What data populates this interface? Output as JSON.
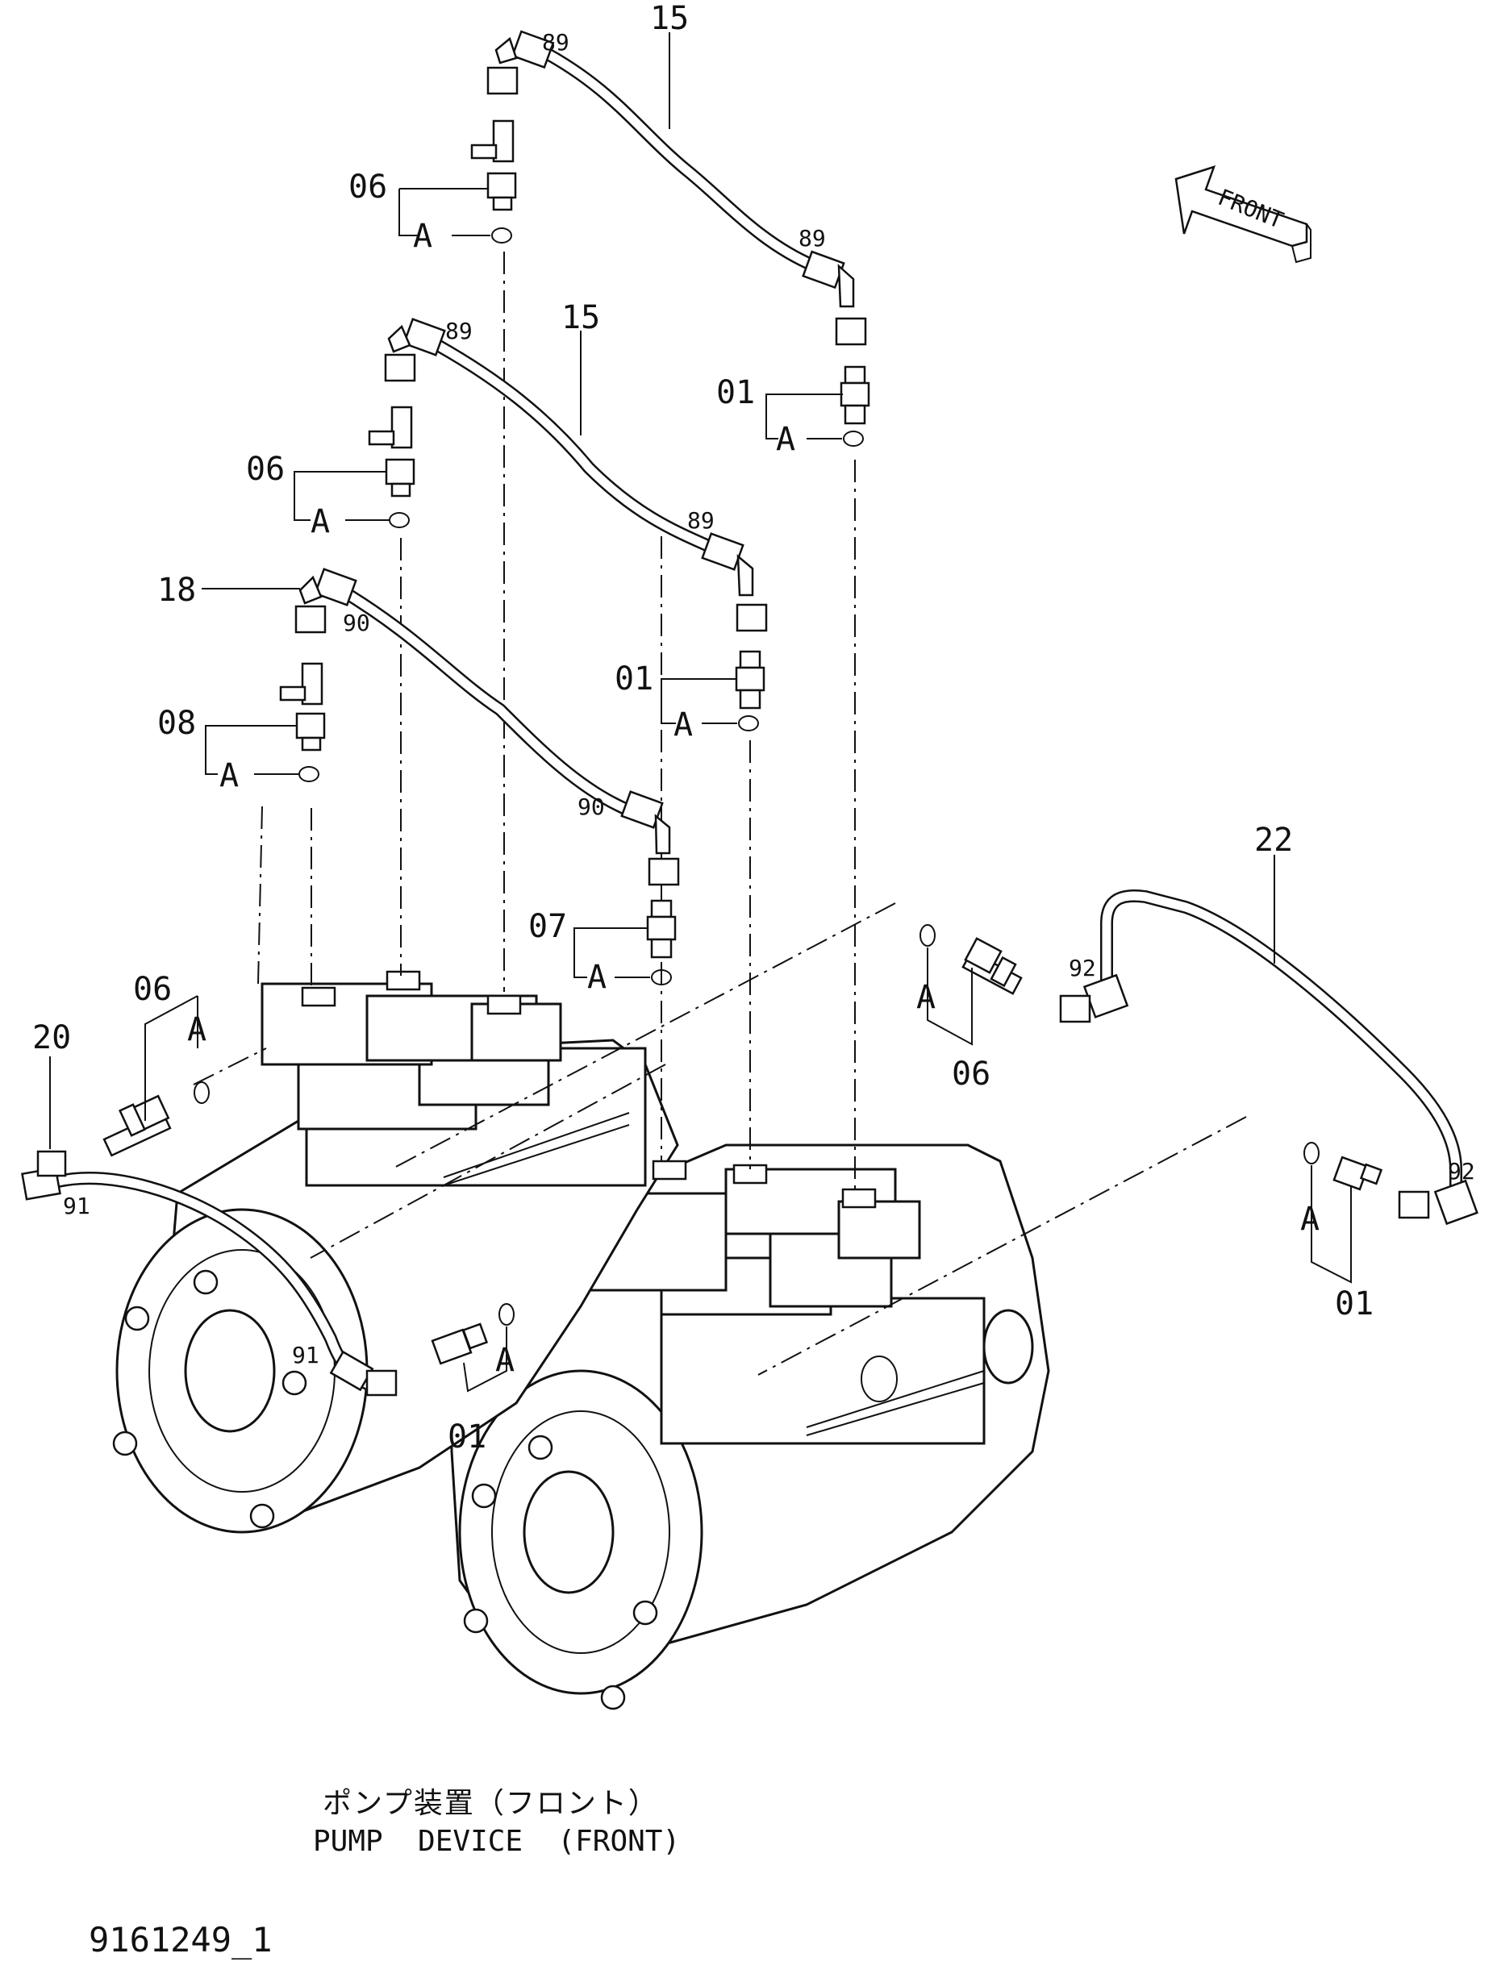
{
  "callouts": {
    "p15_top": "15",
    "p15_mid": "15",
    "p06_a": "06",
    "p06_b": "06",
    "p06_c": "06",
    "p06_d": "06",
    "p18": "18",
    "p08": "08",
    "p07": "07",
    "p01_a": "01",
    "p01_b": "01",
    "p01_c": "01",
    "p01_d": "01",
    "p20": "20",
    "p22": "22"
  },
  "sublabels": {
    "s89_a": "89",
    "s89_b": "89",
    "s89_c": "89",
    "s89_d": "89",
    "s90_a": "90",
    "s90_b": "90",
    "s91_a": "91",
    "s91_b": "91",
    "s92_a": "92",
    "s92_b": "92"
  },
  "seal_ref": "A",
  "front_arrow": {
    "label": "FRONT",
    "icon": "front-direction-arrow-icon"
  },
  "title": {
    "japanese": "ポンプ装置（フロント）",
    "english": "PUMP  DEVICE  (FRONT)"
  },
  "drawing_code": "9161249_1"
}
